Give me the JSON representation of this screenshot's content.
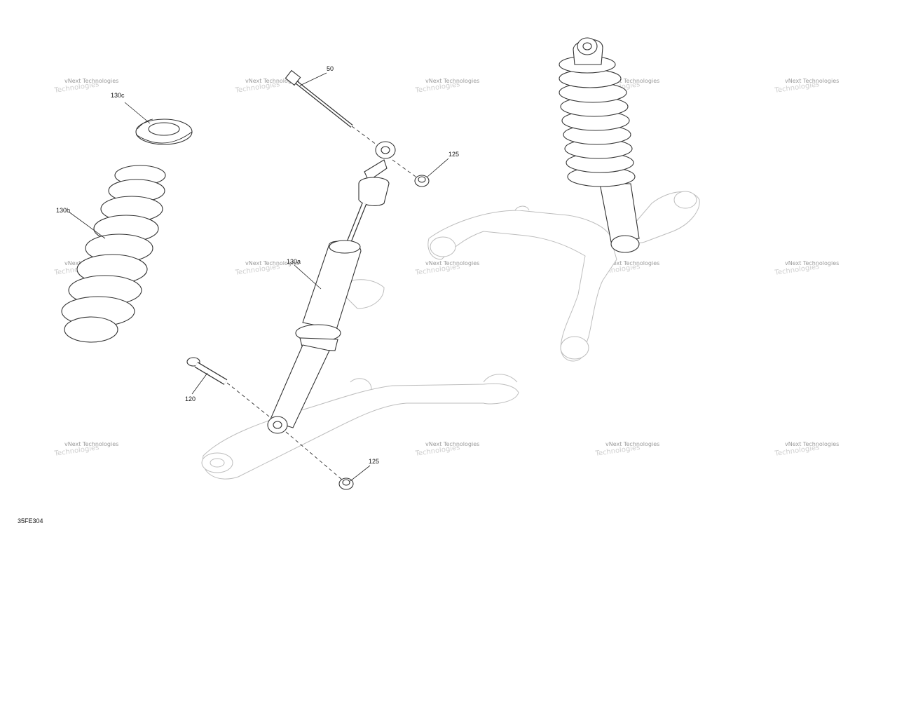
{
  "callouts": {
    "c50": "50",
    "c125_top": "125",
    "c130c": "130c",
    "c130b": "130b",
    "c130a": "130a",
    "c120": "120",
    "c125_bottom": "125"
  },
  "reference_code": "35FE304",
  "watermark": {
    "line1": "vNext Technologies",
    "line2": "Technologies"
  }
}
